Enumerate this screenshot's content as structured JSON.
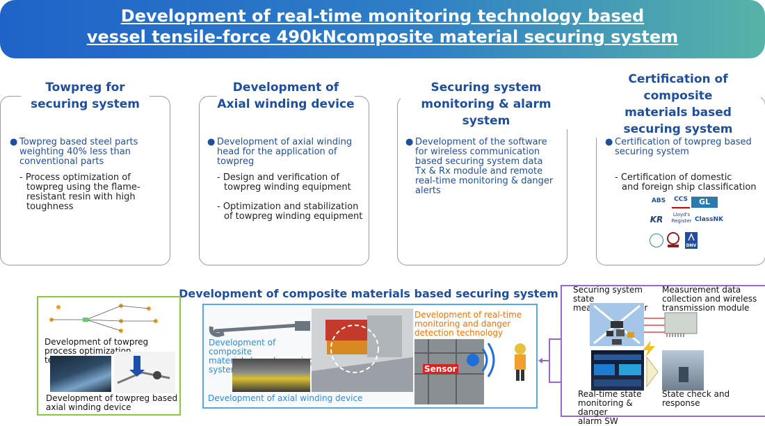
{
  "banner": {
    "title_line1": "Development of real-time monitoring technology based",
    "title_line2": "vessel tensile-force 490kNcomposite material securing system"
  },
  "columns": [
    {
      "title_lines": [
        "Towpreg for",
        "securing system"
      ],
      "bullet_lines": [
        "Towpreg based steel parts",
        "weighting 40% less than",
        "conventional parts"
      ],
      "sub_items": [
        [
          "- Process optimization of",
          "towpreg using the flame-",
          "resistant resin with high",
          "toughness"
        ]
      ]
    },
    {
      "title_lines": [
        "Development of",
        "Axial winding device"
      ],
      "bullet_lines": [
        "Development of axial winding",
        "head for the application of",
        "towpreg"
      ],
      "sub_items": [
        [
          "- Design and verification of",
          "towpreg winding equipment"
        ],
        [
          "- Optimization and stabilization",
          "of towpreg winding equipment"
        ]
      ]
    },
    {
      "title_lines": [
        "Securing system",
        "monitoring & alarm system"
      ],
      "bullet_lines": [
        "Development of the software",
        "for wireless communication",
        "based securing system data",
        "Tx & Rx module and remote",
        "real-time monitoring & danger",
        "alerts"
      ],
      "sub_items": []
    },
    {
      "title_lines": [
        "Certification of composite",
        "materials based",
        "securing system"
      ],
      "bullet_lines": [
        "Certification of towpreg based",
        "securing system"
      ],
      "sub_items": [
        [
          "- Certification of domestic",
          "and foreign ship classification"
        ]
      ]
    }
  ],
  "logos": [
    "ABS",
    "CCS",
    "GL",
    "KR",
    "Lloyd's Register",
    "ClassNK",
    "DNV"
  ],
  "bottom": {
    "title": "Development of composite materials based securing system",
    "left_caption1": [
      "Development of towpreg",
      "process optimization technology"
    ],
    "left_caption2": [
      "Development of towpreg based",
      "axial winding device"
    ],
    "center_caption1": [
      "Development of composite",
      "materials based securing",
      "system"
    ],
    "center_caption2": "Development of axial winding device",
    "center_caption3": [
      "Development of real-time",
      "monitoring and danger",
      "detection technology"
    ],
    "sensor_label": "Sensor",
    "right_caption1": [
      "Securing system state",
      "measuring sensor"
    ],
    "right_caption2": [
      "Measurement data",
      "collection and wireless",
      "transmission module"
    ],
    "right_caption3": [
      "Real-time state",
      "monitoring & danger",
      "alarm SW"
    ],
    "right_caption4": [
      "State check and",
      "response"
    ]
  },
  "colors": {
    "title_blue": "#1f4e9a",
    "green_frame": "#8cc63f",
    "blue_frame": "#5aa7e0",
    "purple_frame": "#9966cc",
    "orange_text": "#e8730c",
    "light_blue_text": "#2e8ad8"
  }
}
